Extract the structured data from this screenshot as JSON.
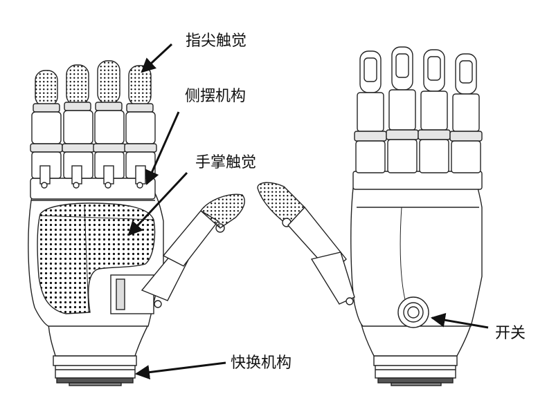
{
  "labels": {
    "fingertip_tactile": "指尖触觉",
    "side_swing": "侧摆机构",
    "palm_tactile": "手掌触觉",
    "quick_change": "快换机构",
    "switch": "开关"
  },
  "colors": {
    "ink": "#111111",
    "shade": "#dcdcdc",
    "panel": "#ffffff"
  }
}
